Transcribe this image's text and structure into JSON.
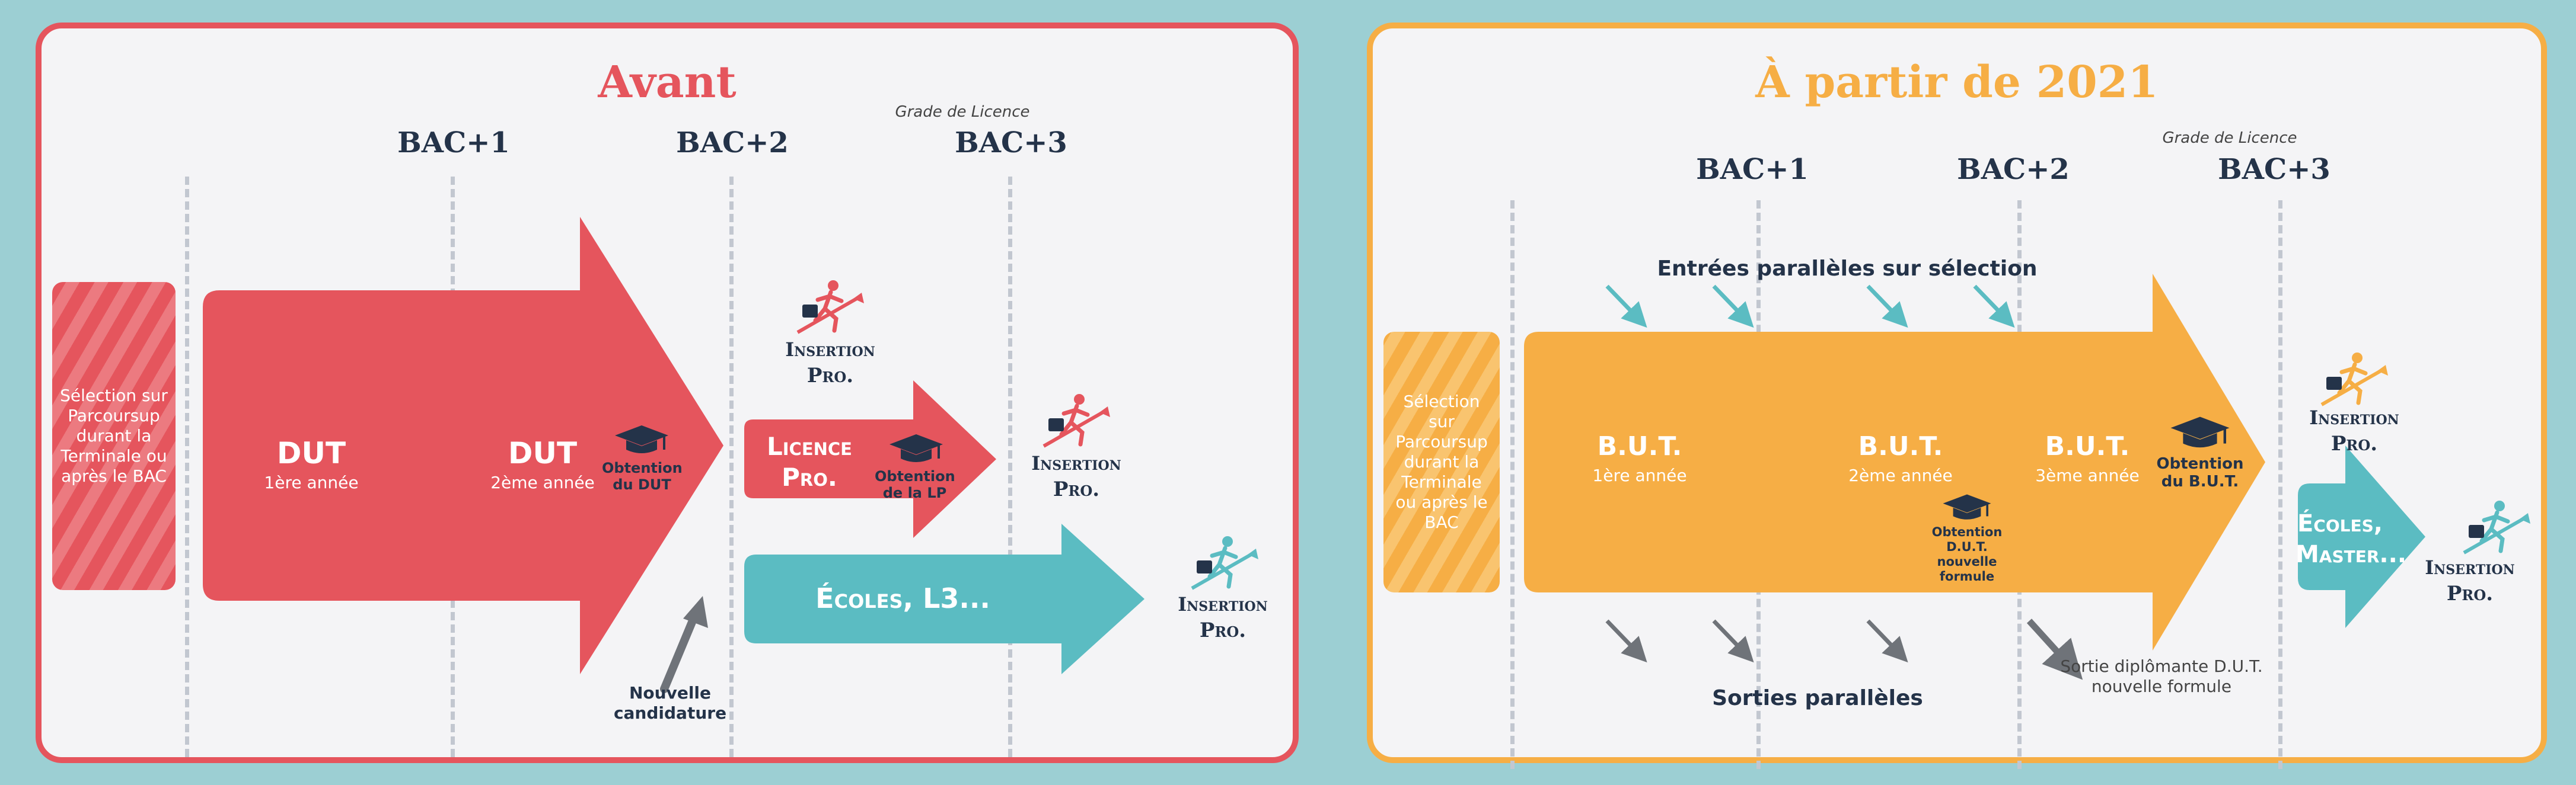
{
  "before": {
    "title": "Avant",
    "bac1": "BAC+1",
    "bac2": "BAC+2",
    "bac3": "BAC+3",
    "grade": "Grade de Licence",
    "selection": "Sélection sur Parcoursup durant la Terminale ou après le BAC",
    "dut1_title": "DUT",
    "dut1_sub": "1ère année",
    "dut2_title": "DUT",
    "dut2_sub": "2ème année",
    "obtention_dut": "Obtention du DUT",
    "licence_title_1": "Licence",
    "licence_title_2": "Pro.",
    "obtention_lp": "Obtention de la LP",
    "ecoles": "Écoles, L3...",
    "insertion_l1": "Insertion",
    "insertion_l2": "Pro.",
    "nouvelle_candidature": "Nouvelle candidature"
  },
  "after": {
    "title": "À partir de 2021",
    "bac1": "BAC+1",
    "bac2": "BAC+2",
    "bac3": "BAC+3",
    "grade": "Grade de Licence",
    "selection": "Sélection sur Parcoursup durant la Terminale ou après le BAC",
    "entrees": "Entrées parallèles sur sélection",
    "but1_title": "B.U.T.",
    "but1_sub": "1ère année",
    "but2_title": "B.U.T.",
    "but2_sub": "2ème année",
    "but3_title": "B.U.T.",
    "but3_sub": "3ème année",
    "obtention_but": "Obtention du B.U.T.",
    "obtention_dut_nf": "Obtention D.U.T. nouvelle formule",
    "ecoles_1": "Écoles,",
    "ecoles_2": "Master...",
    "insertion_l1": "Insertion",
    "insertion_l2": "Pro.",
    "sorties": "Sorties parallèles",
    "sortie_dipl": "Sortie diplômante D.U.T. nouvelle formule"
  },
  "colors": {
    "red": "#e5555d",
    "orange": "#f6ae45",
    "teal": "#5bbcc2",
    "navy": "#243349",
    "grey_arrow": "#6f7379"
  },
  "icons": [
    "graduation-cap-icon",
    "running-person-icon",
    "parallel-entry-arrow-icon",
    "parallel-exit-arrow-icon"
  ]
}
